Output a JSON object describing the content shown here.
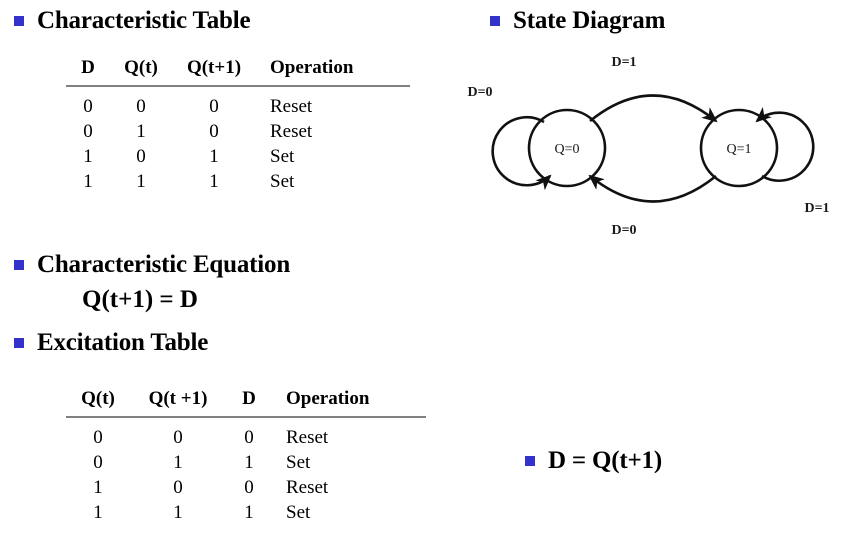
{
  "slide": {
    "background_color": "#ffffff",
    "bullet_color": "#3333CC",
    "text_color": "#000000"
  },
  "sections": {
    "characteristic_table_heading": "Characteristic Table",
    "state_diagram_heading": "State Diagram",
    "characteristic_equation_heading": "Characteristic Equation",
    "characteristic_equation_text": "Q(t+1) = D",
    "excitation_table_heading": "Excitation Table",
    "excitation_equation_text": "D = Q(t+1)"
  },
  "characteristic_table": {
    "headers": [
      "D",
      "Q(t)",
      "Q(t+1)",
      "Operation"
    ],
    "rows": [
      [
        "0",
        "0",
        "0",
        "Reset"
      ],
      [
        "0",
        "1",
        "0",
        "Reset"
      ],
      [
        "1",
        "0",
        "1",
        "Set"
      ],
      [
        "1",
        "1",
        "1",
        "Set"
      ]
    ]
  },
  "excitation_table": {
    "headers": [
      "Q(t)",
      "Q(t +1)",
      "D",
      "Operation"
    ],
    "rows": [
      [
        "0",
        "0",
        "0",
        "Reset"
      ],
      [
        "0",
        "1",
        "1",
        "Set"
      ],
      [
        "1",
        "0",
        "0",
        "Reset"
      ],
      [
        "1",
        "1",
        "1",
        "Set"
      ]
    ]
  },
  "state_diagram": {
    "nodes": [
      {
        "id": "s0",
        "label": "Q=0"
      },
      {
        "id": "s1",
        "label": "Q=1"
      }
    ],
    "edges": [
      {
        "from": "s0",
        "to": "s0",
        "label": "D=0",
        "kind": "self-loop-left"
      },
      {
        "from": "s0",
        "to": "s1",
        "label": "D=1",
        "kind": "arc-top"
      },
      {
        "from": "s1",
        "to": "s0",
        "label": "D=0",
        "kind": "arc-bottom"
      },
      {
        "from": "s1",
        "to": "s1",
        "label": "D=1",
        "kind": "self-loop-right"
      }
    ],
    "labels": {
      "self_left": "D=0",
      "top": "D=1",
      "bottom": "D=0",
      "self_right": "D=1"
    }
  }
}
